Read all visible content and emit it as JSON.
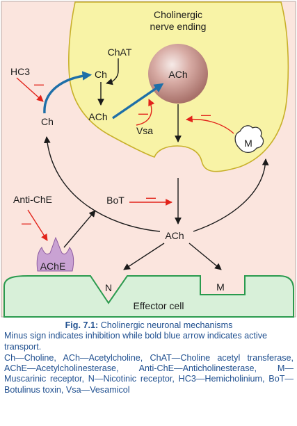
{
  "diagram": {
    "title_line1": "Cholinergic",
    "title_line2": "nerve ending",
    "labels": {
      "chat": "ChAT",
      "ch_inside": "Ch",
      "ach_inside": "ACh",
      "ach_vesicle": "ACh",
      "vsa": "Vsa",
      "hc3": "HC3",
      "ch_outside": "Ch",
      "anti_che": "Anti-ChE",
      "bot": "BoT",
      "ach_cleft": "ACh",
      "ache": "AChE",
      "m_autoreceptor": "M",
      "n_receptor": "N",
      "m_receptor": "M",
      "effector": "Effector cell"
    },
    "inhibition_sign": "—",
    "colors": {
      "background": "#fbe5de",
      "nerve_fill": "#f8f3a6",
      "nerve_stroke": "#c8b02a",
      "effector_fill": "#d8f0d9",
      "effector_stroke": "#2a9a4e",
      "transport_arrow": "#1e6fa8",
      "inhibition": "#e2231a",
      "ache_fill": "#c9a2d3",
      "vesicle": "#c28f89"
    }
  },
  "caption": {
    "fig_label": "Fig. 7.1:",
    "fig_title": "Cholinergic neuronal mechanisms",
    "note": "Minus sign indicates inhibition while bold blue arrow indicates active transport.",
    "legend": "Ch—Choline, ACh—Acetylcholine, ChAT—Choline acetyl transferase, AChE—Acetylcholinesterase, Anti-ChE—Anticholinesterase, M—Muscarinic receptor, N—Nicotinic receptor, HC3—Hemicholinium, BoT—Botulinus toxin, Vsa—Vesamicol"
  }
}
